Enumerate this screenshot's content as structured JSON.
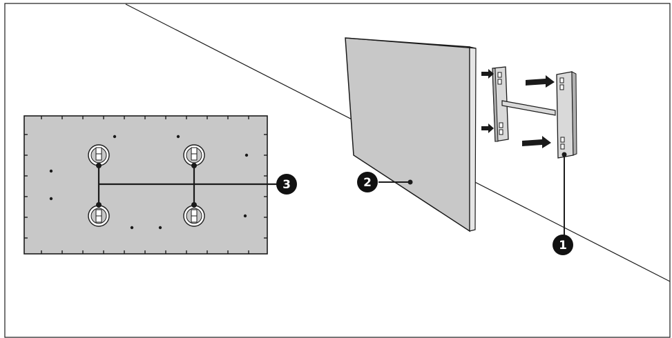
{
  "callouts": [
    {
      "id": "1",
      "label": "1"
    },
    {
      "id": "2",
      "label": "2"
    },
    {
      "id": "3",
      "label": "3"
    }
  ],
  "colors": {
    "panel_gray": "#c8c8c8",
    "panel_side": "#e6e6e6",
    "bracket_gray": "#d9d9d9",
    "line": "#1a1a1a",
    "callout_fill": "#111111"
  }
}
